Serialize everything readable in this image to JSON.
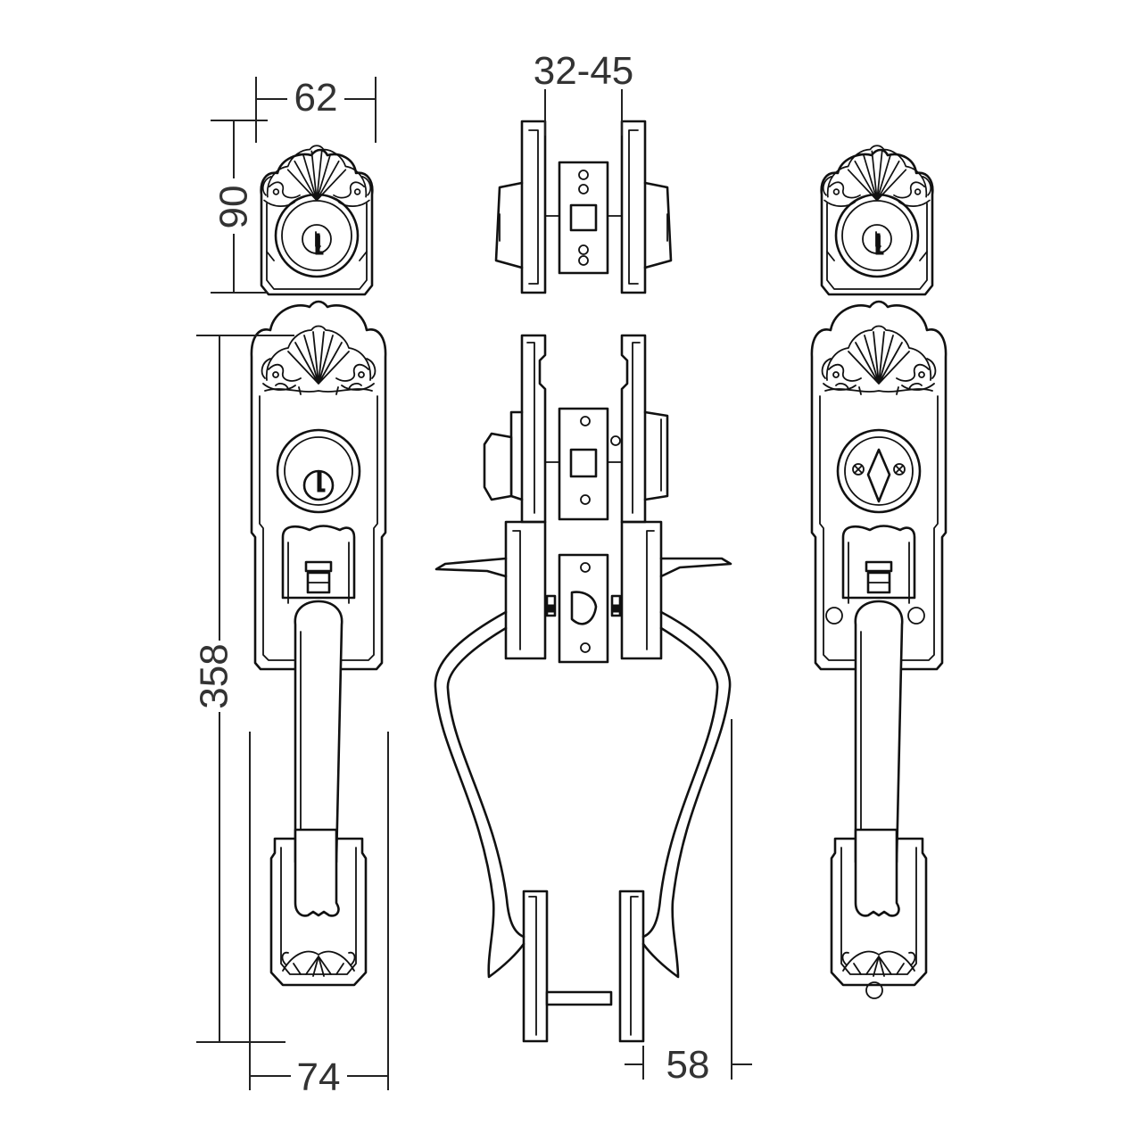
{
  "dimensions": {
    "deadbolt_width": "62",
    "deadbolt_height": "90",
    "door_thickness": "32-45",
    "handleset_height": "358",
    "handleset_width": "74",
    "handle_projection": "58"
  }
}
